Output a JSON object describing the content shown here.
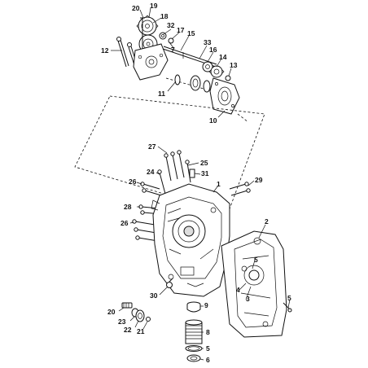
{
  "labels": {
    "l20a": "20",
    "l19": "19",
    "l18": "18",
    "l32": "32",
    "l17": "17",
    "l15": "15",
    "l7": "7",
    "l33": "33",
    "l16": "16",
    "l14": "14",
    "l12": "12",
    "l13": "13",
    "l11": "11",
    "l10": "10",
    "l27": "27",
    "l25": "25",
    "l24": "24",
    "l31": "31",
    "l29": "29",
    "l26a": "26",
    "l1": "1",
    "l28": "28",
    "l26b": "26",
    "l2": "2",
    "l5a": "5",
    "l4": "4",
    "l3": "3",
    "l30": "30",
    "l9": "9",
    "l5b": "5",
    "l20b": "20",
    "l23": "23",
    "l22": "22",
    "l21": "21",
    "l8": "8",
    "l6": "6"
  }
}
